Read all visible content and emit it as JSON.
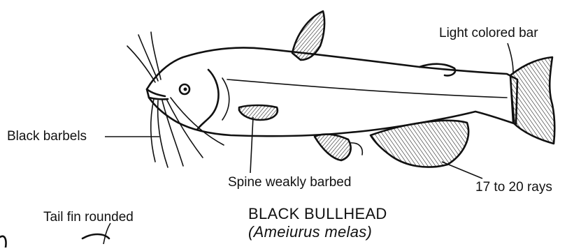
{
  "labels": {
    "light_bar": "Light colored bar",
    "black_barbels": "Black barbels",
    "spine": "Spine weakly barbed",
    "rays": "17 to 20 rays",
    "tail_fin": "Tail fin rounded",
    "title": "BLACK BULLHEAD",
    "subtitle": "(Ameiurus melas)"
  }
}
